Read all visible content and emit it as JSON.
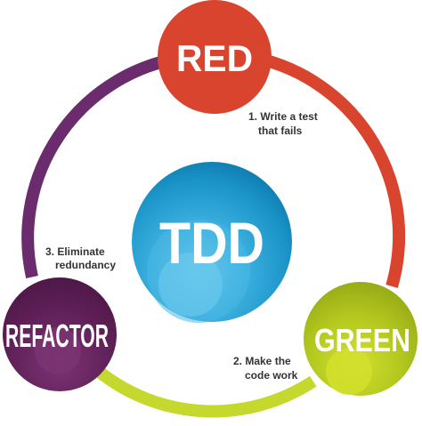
{
  "center": {
    "label": "TDD"
  },
  "nodes": {
    "red": {
      "label": "RED"
    },
    "green": {
      "label": "GREEN"
    },
    "refactor": {
      "label": "REFACTOR"
    }
  },
  "steps": {
    "write_test": {
      "line1": "1. Write a test",
      "line2": "that fails"
    },
    "make_work": {
      "line1": "2. Make the",
      "line2": "code work"
    },
    "eliminate": {
      "line1": "3. Eliminate",
      "line2": "redundancy"
    }
  },
  "colors": {
    "red": "#d9442f",
    "green": "#a9c21b",
    "refactor": "#5c1d52",
    "purple_arc": "#6a2c6d",
    "tdd_blue": "#1a93c7",
    "text": "#333333"
  }
}
